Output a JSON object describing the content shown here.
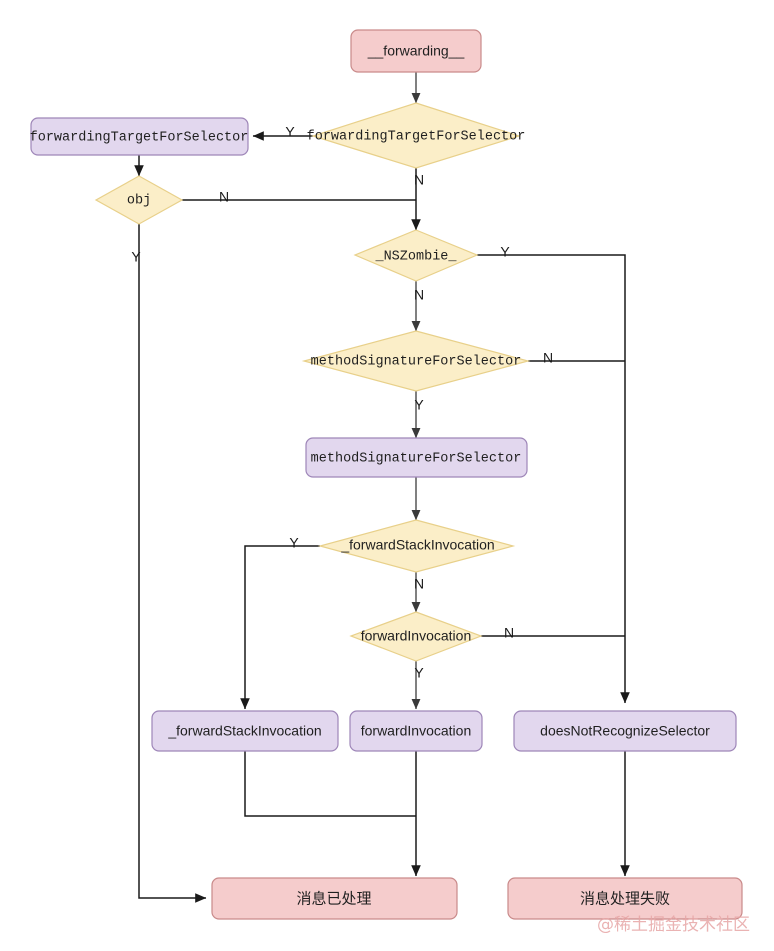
{
  "diagram": {
    "title": "__forwarding__ message forwarding flowchart",
    "colors": {
      "red_fill": "#f5cccc",
      "red_stroke": "#c98a8a",
      "purple_fill": "#e2d7ee",
      "purple_stroke": "#9e86b8",
      "diamond_fill": "#fbeec8",
      "diamond_stroke": "#e8d08a",
      "edge": "#1a1a1a",
      "background": "#ffffff",
      "watermark": "#e7a6a6"
    },
    "nodes": [
      {
        "id": "n_forwarding",
        "label": "__forwarding__",
        "shape": "rounded-rect",
        "style": "red"
      },
      {
        "id": "d_ftfs",
        "label": "forwardingTargetForSelector",
        "shape": "diamond",
        "style": "yellow"
      },
      {
        "id": "b_ftfs",
        "label": "forwardingTargetForSelector",
        "shape": "rounded-rect",
        "style": "purple"
      },
      {
        "id": "d_obj",
        "label": "obj",
        "shape": "diamond",
        "style": "yellow"
      },
      {
        "id": "d_nszombie",
        "label": "_NSZombie_",
        "shape": "diamond",
        "style": "yellow"
      },
      {
        "id": "d_msfs",
        "label": "methodSignatureForSelector",
        "shape": "diamond",
        "style": "yellow"
      },
      {
        "id": "b_msfs",
        "label": "methodSignatureForSelector",
        "shape": "rounded-rect",
        "style": "purple"
      },
      {
        "id": "d_fwdstack",
        "label": "_forwardStackInvocation",
        "shape": "diamond",
        "style": "yellow"
      },
      {
        "id": "d_fwdinv",
        "label": "forwardInvocation",
        "shape": "diamond",
        "style": "yellow"
      },
      {
        "id": "b_fwdstack",
        "label": "_forwardStackInvocation",
        "shape": "rounded-rect",
        "style": "purple"
      },
      {
        "id": "b_fwdinv",
        "label": "forwardInvocation",
        "shape": "rounded-rect",
        "style": "purple"
      },
      {
        "id": "b_dnrs",
        "label": "doesNotRecognizeSelector",
        "shape": "rounded-rect",
        "style": "purple"
      },
      {
        "id": "b_handled",
        "label": "消息已处理",
        "shape": "rounded-rect",
        "style": "red"
      },
      {
        "id": "b_failed",
        "label": "消息处理失败",
        "shape": "rounded-rect",
        "style": "red"
      }
    ],
    "edges": [
      {
        "from": "n_forwarding",
        "to": "d_ftfs",
        "label": ""
      },
      {
        "from": "d_ftfs",
        "to": "b_ftfs",
        "label": "Y"
      },
      {
        "from": "d_ftfs",
        "to": "d_nszombie",
        "label": "N"
      },
      {
        "from": "b_ftfs",
        "to": "d_obj",
        "label": ""
      },
      {
        "from": "d_obj",
        "to": "d_nszombie",
        "label": "N"
      },
      {
        "from": "d_obj",
        "to": "b_handled",
        "label": "Y"
      },
      {
        "from": "d_nszombie",
        "to": "b_dnrs",
        "label": "Y"
      },
      {
        "from": "d_nszombie",
        "to": "d_msfs",
        "label": "N"
      },
      {
        "from": "d_msfs",
        "to": "b_dnrs",
        "label": "N"
      },
      {
        "from": "d_msfs",
        "to": "b_msfs",
        "label": "Y"
      },
      {
        "from": "b_msfs",
        "to": "d_fwdstack",
        "label": ""
      },
      {
        "from": "d_fwdstack",
        "to": "b_fwdstack",
        "label": "Y"
      },
      {
        "from": "d_fwdstack",
        "to": "d_fwdinv",
        "label": "N"
      },
      {
        "from": "d_fwdinv",
        "to": "b_dnrs",
        "label": "N"
      },
      {
        "from": "d_fwdinv",
        "to": "b_fwdinv",
        "label": "Y"
      },
      {
        "from": "b_fwdstack",
        "to": "b_handled",
        "label": ""
      },
      {
        "from": "b_fwdinv",
        "to": "b_handled",
        "label": ""
      },
      {
        "from": "b_dnrs",
        "to": "b_failed",
        "label": ""
      }
    ],
    "edge_labels": {
      "ftfs_yes": "Y",
      "ftfs_no": "N",
      "obj_no": "N",
      "obj_yes": "Y",
      "nszombie_yes": "Y",
      "nszombie_no": "N",
      "msfs_no": "N",
      "msfs_yes": "Y",
      "fwdstack_yes": "Y",
      "fwdstack_no": "N",
      "fwdinv_no": "N",
      "fwdinv_yes": "Y"
    },
    "watermark": "@稀土掘金技术社区"
  }
}
